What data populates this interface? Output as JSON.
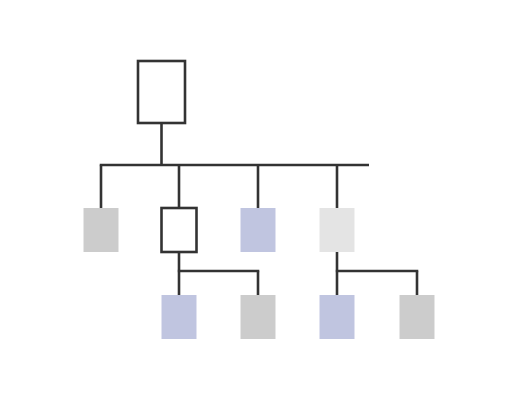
{
  "diagram": {
    "type": "tree",
    "line_color": "#333333",
    "colors": {
      "outline": "#ffffff",
      "blue": "#c0c5e0",
      "gray": "#cccccc",
      "light_gray": "#e4e4e4"
    },
    "root": {
      "id": "root",
      "style": "outline",
      "children": [
        {
          "id": "child-1",
          "style": "gray",
          "children": []
        },
        {
          "id": "child-2",
          "style": "outline",
          "children": [
            {
              "id": "grandchild-2-1",
              "style": "blue",
              "children": []
            },
            {
              "id": "grandchild-2-2",
              "style": "gray",
              "children": []
            }
          ]
        },
        {
          "id": "child-3",
          "style": "blue",
          "children": []
        },
        {
          "id": "child-4",
          "style": "light_gray",
          "children": [
            {
              "id": "grandchild-4-1",
              "style": "blue",
              "children": []
            },
            {
              "id": "grandchild-4-2",
              "style": "gray",
              "children": []
            }
          ]
        }
      ]
    }
  }
}
